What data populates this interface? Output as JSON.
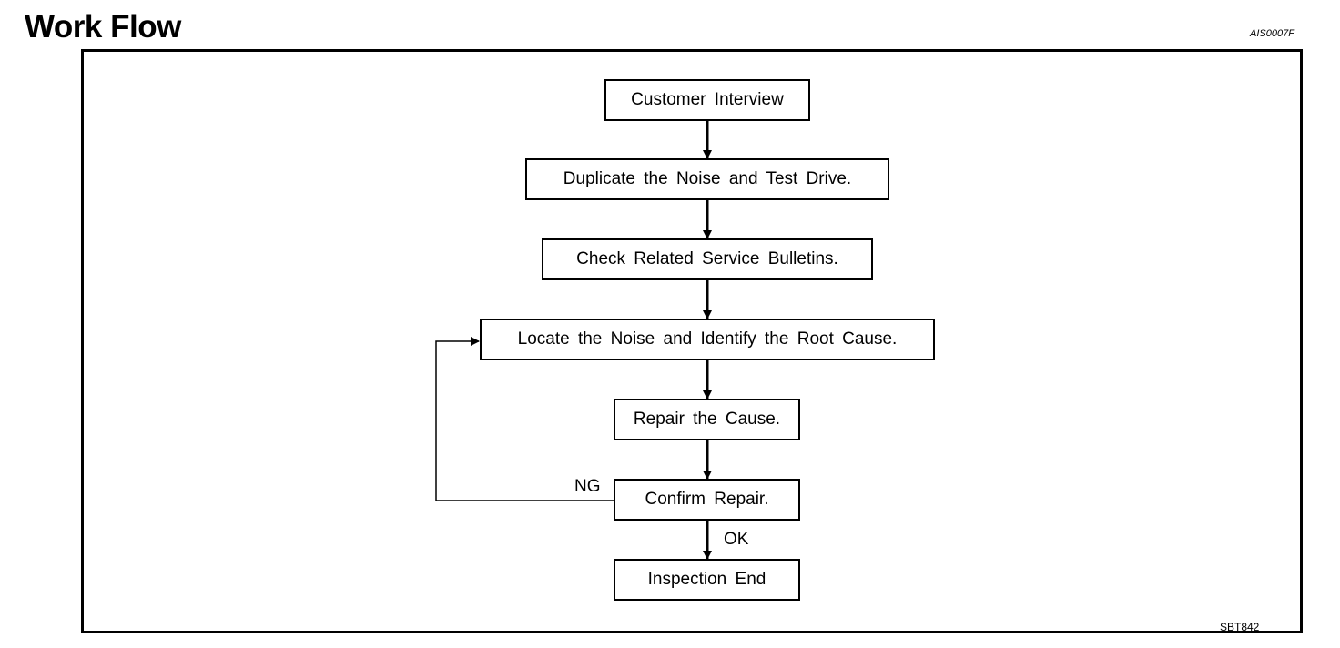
{
  "header": {
    "title": "Work Flow",
    "doc_id": "AIS0007F"
  },
  "figure_id": "SBT842",
  "steps": [
    "Customer Interview",
    "Duplicate the Noise and Test Drive.",
    "Check Related Service Bulletins.",
    "Locate the Noise and Identify the Root Cause.",
    "Repair the Cause.",
    "Confirm Repair.",
    "Inspection End"
  ],
  "edge_labels": {
    "ng": "NG",
    "ok": "OK"
  }
}
